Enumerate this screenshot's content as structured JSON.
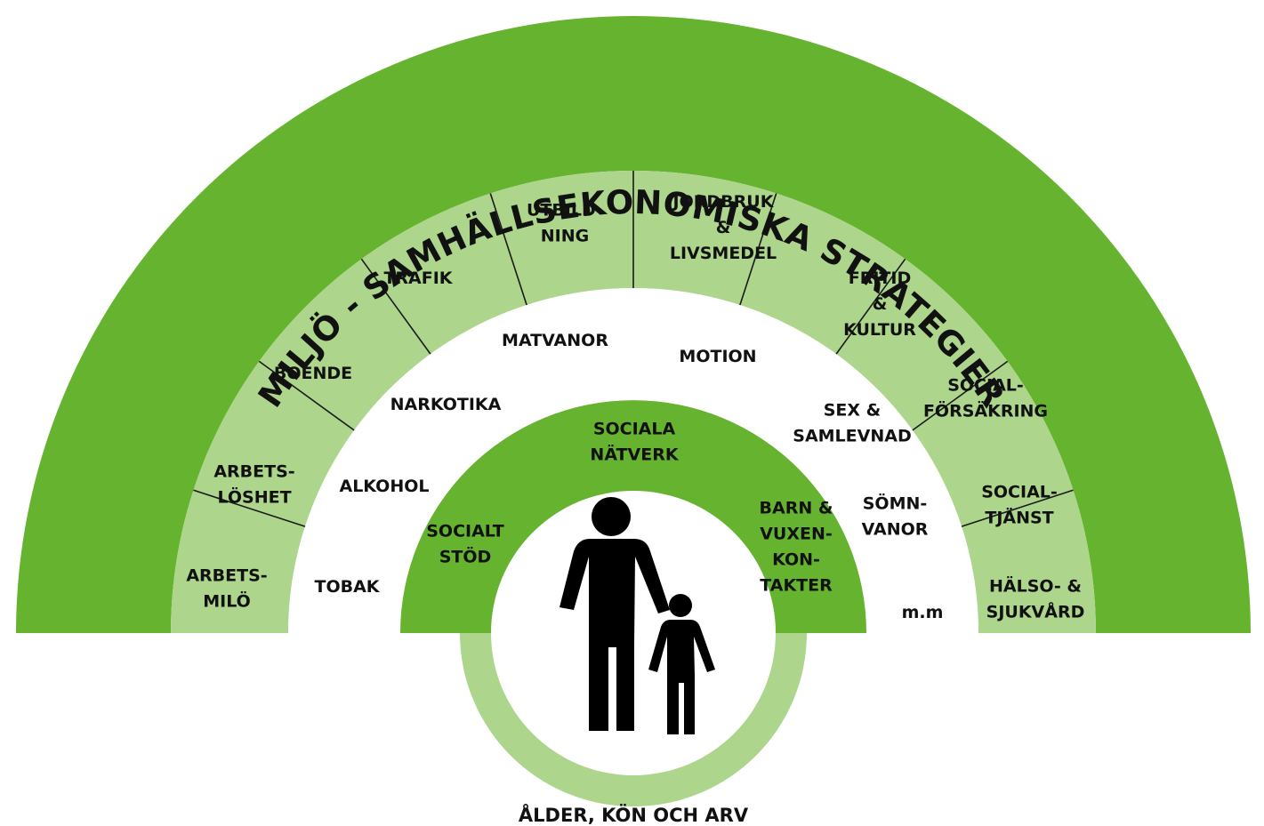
{
  "colors": {
    "outer_band": "#65b32e",
    "middle_band": "#add58b",
    "inner_band": "#65b32e",
    "core_ring": "#add58b",
    "figure": "#000000",
    "divider": "#1a1a1a"
  },
  "title": "MILJÖ - SAMHÄLLSEKONOMISKA STRATEGIER",
  "environment_sectors": [
    {
      "lines": [
        "ARBETS-",
        "MILÖ"
      ]
    },
    {
      "lines": [
        "ARBETS-",
        "LÖSHET"
      ]
    },
    {
      "lines": [
        "BOENDE"
      ]
    },
    {
      "lines": [
        "TRAFIK"
      ]
    },
    {
      "lines": [
        "UTBILD-",
        "NING"
      ]
    },
    {
      "lines": [
        "JORDBRUK",
        "&",
        "LIVSMEDEL"
      ]
    },
    {
      "lines": [
        "FRITID",
        "&",
        "KULTUR"
      ]
    },
    {
      "lines": [
        "SOCIAL-",
        "FÖRSÄKRING"
      ]
    },
    {
      "lines": [
        "SOCIAL-",
        "TJÄNST"
      ]
    },
    {
      "lines": [
        "HÄLSO- &",
        "SJUKVÅRD"
      ]
    }
  ],
  "lifestyle_factors": [
    {
      "lines": [
        "TOBAK"
      ]
    },
    {
      "lines": [
        "ALKOHOL"
      ]
    },
    {
      "lines": [
        "NARKOTIKA"
      ]
    },
    {
      "lines": [
        "MATVANOR"
      ]
    },
    {
      "lines": [
        "MOTION"
      ]
    },
    {
      "lines": [
        "SEX &",
        "SAMLEVNAD"
      ]
    },
    {
      "lines": [
        "SÖMN-",
        "VANOR"
      ]
    },
    {
      "lines": [
        "m.m"
      ]
    }
  ],
  "social_factors": [
    {
      "lines": [
        "SOCIALT",
        "STÖD"
      ]
    },
    {
      "lines": [
        "SOCIALA",
        "NÄTVERK"
      ]
    },
    {
      "lines": [
        "BARN &",
        "VUXEN-",
        "KON-",
        "TAKTER"
      ]
    }
  ],
  "core_label": "ÅLDER, KÖN OCH ARV",
  "core_icon": "parent-and-child-icon"
}
